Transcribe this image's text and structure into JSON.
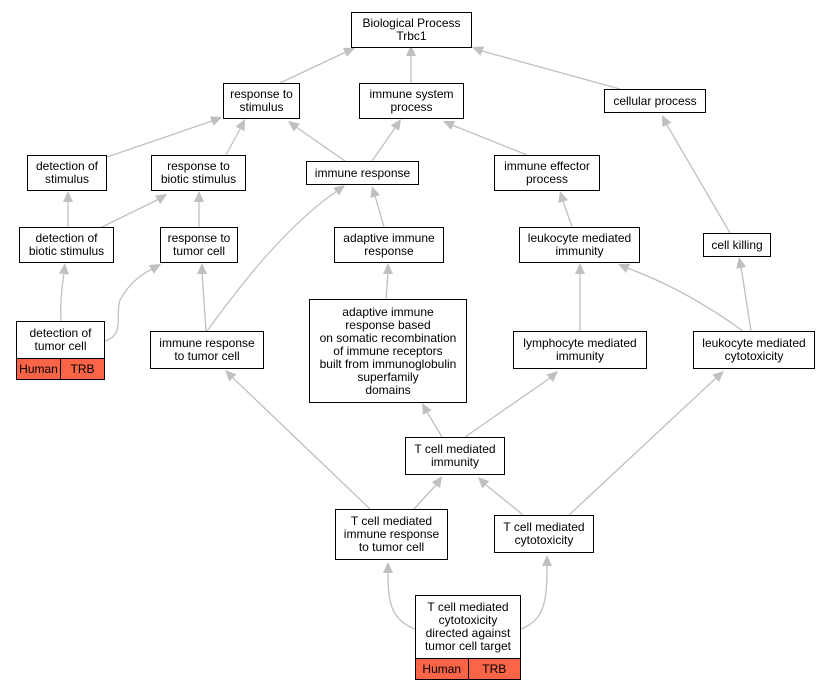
{
  "nodes": [
    {
      "id": "root",
      "label": "Biological Process\nTrbc1"
    },
    {
      "id": "rs",
      "label": "response to\nstimulus"
    },
    {
      "id": "isp",
      "label": "immune system\nprocess"
    },
    {
      "id": "cp",
      "label": "cellular process"
    },
    {
      "id": "dos",
      "label": "detection of\nstimulus"
    },
    {
      "id": "rbs",
      "label": "response to\nbiotic stimulus"
    },
    {
      "id": "ir",
      "label": "immune response"
    },
    {
      "id": "iep",
      "label": "immune effector\nprocess"
    },
    {
      "id": "dbs",
      "label": "detection of\nbiotic stimulus"
    },
    {
      "id": "rtc",
      "label": "response to\ntumor cell"
    },
    {
      "id": "air",
      "label": "adaptive immune\nresponse"
    },
    {
      "id": "lmi",
      "label": "leukocyte mediated\nimmunity"
    },
    {
      "id": "ck",
      "label": "cell killing"
    },
    {
      "id": "dtc",
      "label": "detection of\ntumor cell",
      "tags": [
        "Human",
        "TRB"
      ]
    },
    {
      "id": "irtc",
      "label": "immune response\nto tumor cell"
    },
    {
      "id": "airb",
      "label": "adaptive immune\nresponse based\non somatic recombination\nof immune receptors\nbuilt from immunoglobulin\nsuperfamily\ndomains"
    },
    {
      "id": "lymi",
      "label": "lymphocyte mediated\nimmunity"
    },
    {
      "id": "lmc",
      "label": "leukocyte mediated\ncytotoxicity"
    },
    {
      "id": "tmi",
      "label": "T cell mediated\nimmunity"
    },
    {
      "id": "tmirtc",
      "label": "T cell mediated\nimmune response\nto tumor cell"
    },
    {
      "id": "tmc",
      "label": "T cell mediated\ncytotoxicity"
    },
    {
      "id": "tmcd",
      "label": "T cell mediated\ncytotoxicity\ndirected against\ntumor cell target",
      "tags": [
        "Human",
        "TRB"
      ]
    }
  ],
  "edges": [
    [
      "rs",
      "root"
    ],
    [
      "isp",
      "root"
    ],
    [
      "cp",
      "root"
    ],
    [
      "dos",
      "rs"
    ],
    [
      "rbs",
      "rs"
    ],
    [
      "ir",
      "rs"
    ],
    [
      "ir",
      "isp"
    ],
    [
      "iep",
      "isp"
    ],
    [
      "dbs",
      "dos"
    ],
    [
      "dbs",
      "rbs"
    ],
    [
      "rtc",
      "rbs"
    ],
    [
      "irtc",
      "ir"
    ],
    [
      "air",
      "ir"
    ],
    [
      "lmi",
      "iep"
    ],
    [
      "ck",
      "cp"
    ],
    [
      "dtc",
      "dbs"
    ],
    [
      "dtc",
      "rtc"
    ],
    [
      "irtc",
      "rtc"
    ],
    [
      "airb",
      "air"
    ],
    [
      "lymi",
      "lmi"
    ],
    [
      "lmc",
      "lmi"
    ],
    [
      "lmc",
      "ck"
    ],
    [
      "tmi",
      "airb"
    ],
    [
      "tmi",
      "lymi"
    ],
    [
      "tmirtc",
      "irtc"
    ],
    [
      "tmirtc",
      "tmi"
    ],
    [
      "tmc",
      "tmi"
    ],
    [
      "tmc",
      "lmc"
    ],
    [
      "tmcd",
      "tmirtc"
    ],
    [
      "tmcd",
      "tmc"
    ]
  ],
  "colors": {
    "tag_fill": "#fa6447",
    "edge": "#c0c0c0",
    "border": "#000000"
  }
}
